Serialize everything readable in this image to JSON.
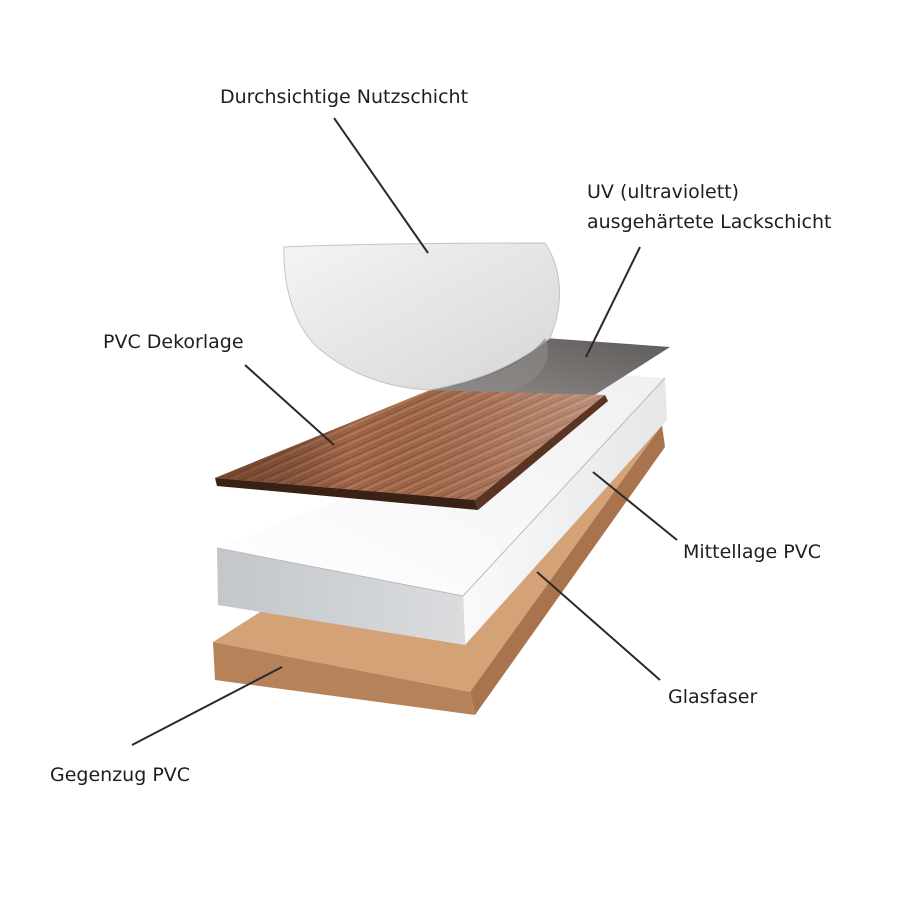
{
  "labels": {
    "nutzschicht": "Durchsichtige Nutzschicht",
    "uv_line1": "UV (ultraviolett)",
    "uv_line2": "ausgehärtete Lackschicht",
    "dekorlage": "PVC Dekorlage",
    "mittellage": "Mittellage PVC",
    "glasfaser": "Glasfaser",
    "gegenzug": "Gegenzug PVC"
  },
  "colors": {
    "wood_light": "#b77d5c",
    "wood_dark": "#6e3a22",
    "core_face": "#f2f2f2",
    "core_front": "#c9ccd0",
    "backing": "#c99364",
    "backing_front": "#b67d52",
    "lacquer": "#6b6766",
    "wear_film": "#e9e9e9"
  }
}
